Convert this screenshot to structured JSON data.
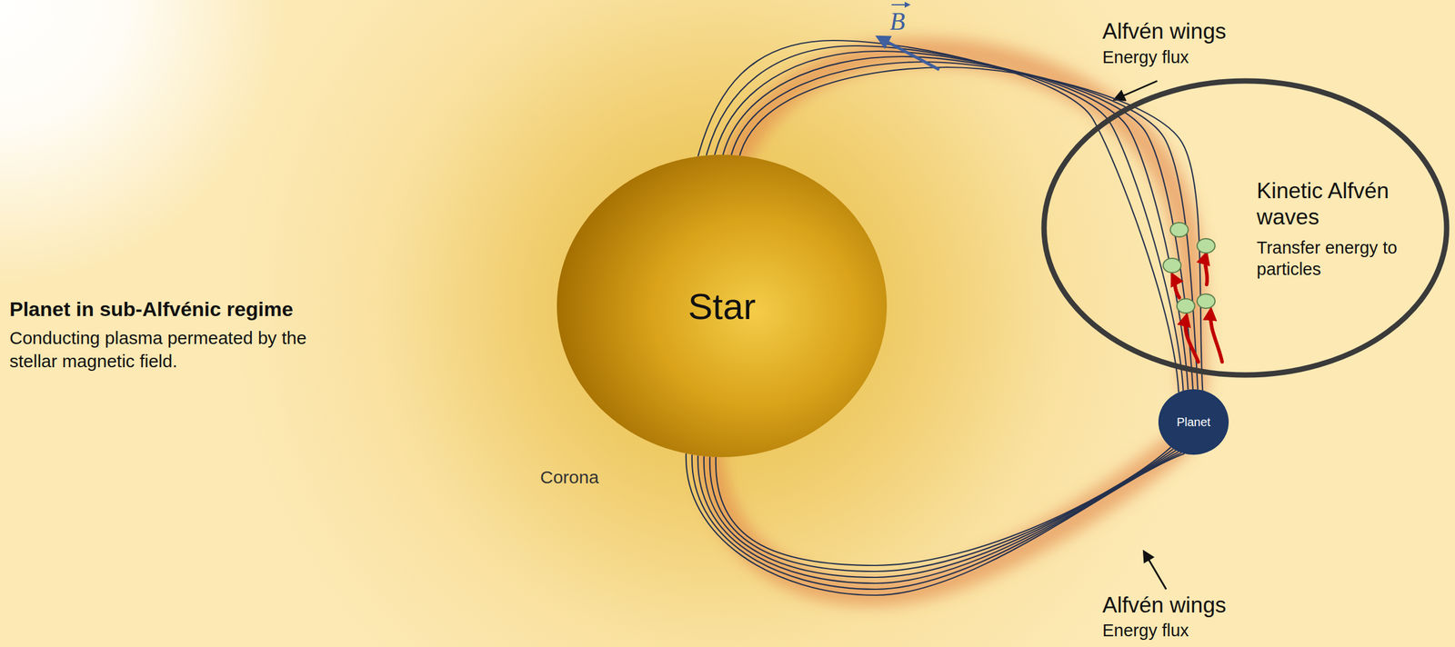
{
  "diagram": {
    "nodes": [
      {
        "text": [
          "Star"
        ]
      },
      {
        "text": [
          "Kinetic Alfvén waves",
          "Transfer energy to particles"
        ]
      },
      {
        "text": [
          "Planet"
        ]
      }
    ],
    "edges": [
      {
        "from": 0,
        "to": 2,
        "arrow": "none"
      },
      {
        "from": 0,
        "to": 2,
        "arrow": "none"
      }
    ],
    "labels": [
      "B",
      "Alfvén wings",
      "Energy flux",
      "Planet in sub-Alfvénic regime",
      "Conducting plasma permeated by the stellar magnetic field.",
      "Corona",
      "Alfvén wings",
      "Energy flux"
    ]
  }
}
